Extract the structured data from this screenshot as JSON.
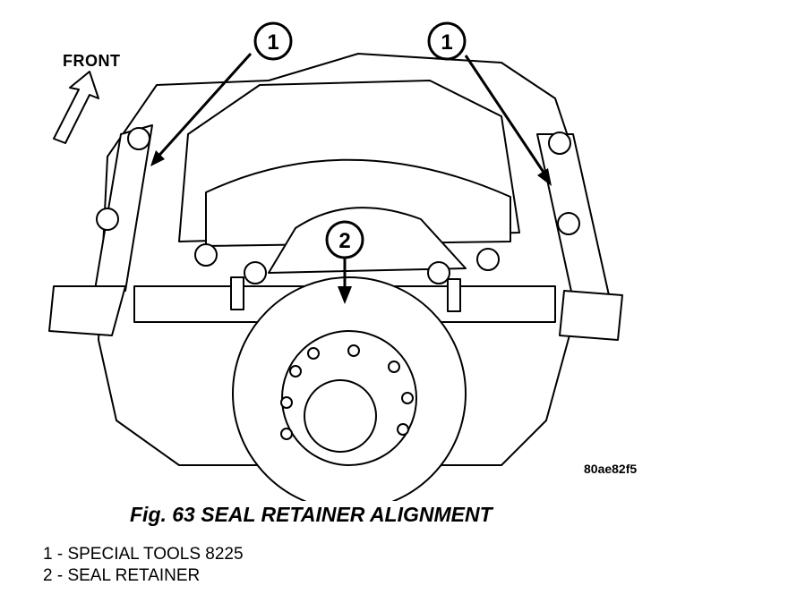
{
  "front_label": "FRONT",
  "callouts": {
    "left": "1",
    "right": "1",
    "center": "2"
  },
  "image_code": "80ae82f5",
  "figure_title": "Fig. 63 SEAL RETAINER ALIGNMENT",
  "legend": [
    "1 - SPECIAL TOOLS 8225",
    "2 - SEAL RETAINER"
  ]
}
